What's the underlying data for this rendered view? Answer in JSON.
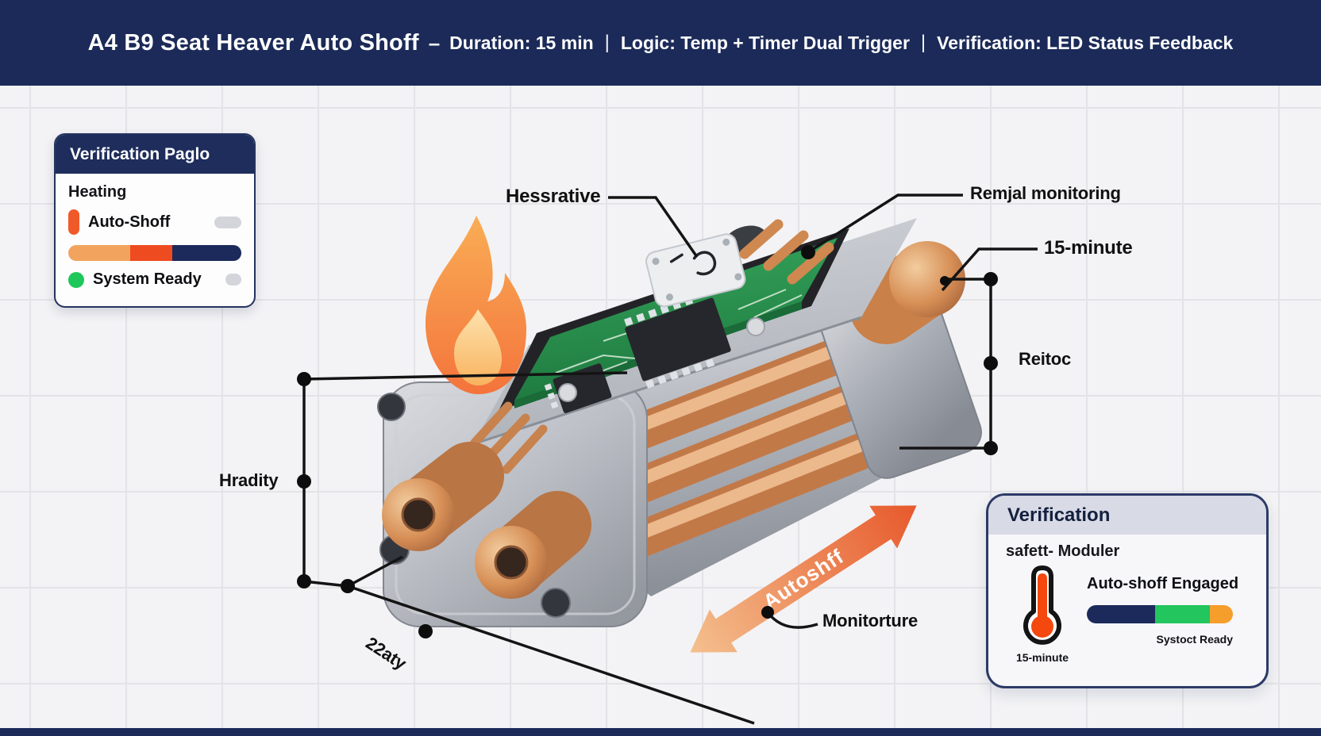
{
  "header": {
    "title": "A4 B9 Seat Heaver Auto Shoff",
    "separator": "–",
    "divider": "|",
    "segments": [
      "Duration: 15 min",
      "Logic: Temp + Timer Dual Trigger",
      "Verification: LED Status Feedback"
    ],
    "bg_color": "#1b2a58"
  },
  "status_panel": {
    "title": "Verification Paglo",
    "heading": "Heating",
    "row1_label": "Auto-Shoff",
    "row2_label": "System Ready",
    "row1_marker_color": "#f05a28",
    "row2_marker_color": "#1ec75a",
    "bar_segments": [
      {
        "color": "#f2a45e",
        "pct": 36
      },
      {
        "color": "#ee4b21",
        "pct": 24
      },
      {
        "color": "#1b2a5a",
        "pct": 40
      }
    ]
  },
  "callouts": {
    "heater_label": "Hessrative",
    "thermal_label": "Remjal monitoring",
    "timer_label": "15-minute",
    "right_dim_label": "Reitoc",
    "left_dim_label": "Hradity",
    "bottom_dim_label": "22aty",
    "monitor_label": "Monitorture"
  },
  "arrow": {
    "label": "Autoshff",
    "color_start": "#f4c08e",
    "color_end": "#e7592c"
  },
  "verification_panel": {
    "title": "Verification",
    "subtitle": "safett- Moduler",
    "engaged_label": "Auto-shoff Engaged",
    "thermo_caption": "15-minute",
    "ready_caption": "Systoct Ready",
    "bar_segments": [
      {
        "color": "#1b2a5a",
        "pct": 47
      },
      {
        "color": "#22c55e",
        "pct": 37
      },
      {
        "color": "#f59e2c",
        "pct": 16
      }
    ]
  }
}
